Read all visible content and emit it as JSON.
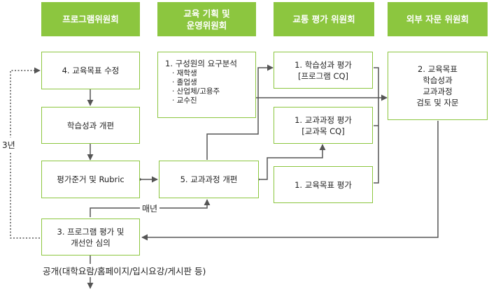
{
  "headers": {
    "program_committee": "프로그램위원회",
    "edu_planning_committee": [
      "교육 기획 및",
      "운영위원회"
    ],
    "eval_committee": "교통 평가 위원회",
    "external_committee": "외부 자문 위원회"
  },
  "boxes": {
    "edu_goal_revise": "4. 교육목표 수정",
    "outcome_revise": "학습성과 개편",
    "rubric": "평가준거 및 Rubric",
    "program_eval_review": [
      "3. 프로그램 평가 및",
      "개선안 심의"
    ],
    "needs_analysis": {
      "title": "1. 구성원의 요구분석",
      "items": [
        "· 재학생",
        "· 졸업생",
        "· 산업체/고용주",
        "· 교수진"
      ]
    },
    "curriculum_revise": "5. 교과과정 개편",
    "outcome_eval": [
      "1. 학습성과 평가",
      "[프로그램 CQ]"
    ],
    "curriculum_eval": [
      "1. 교과과정 평가",
      "[교과목 CQ]"
    ],
    "goal_eval": "1. 교육목표 평가",
    "external_review": [
      "2. 교육목표",
      "학습성과",
      "교과과정",
      "검토 및 자문"
    ]
  },
  "labels": {
    "cycle_3y": "3년",
    "every_year": "매년",
    "publish": "공개(대학요람/홈페이지/입시요강/게시판 등)"
  }
}
